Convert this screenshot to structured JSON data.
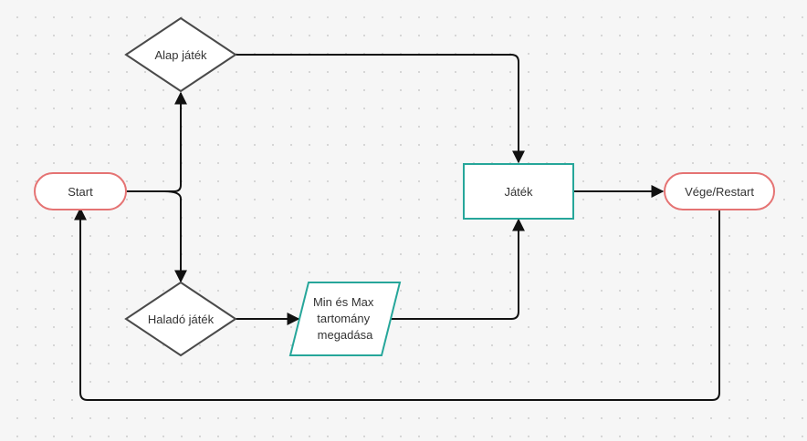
{
  "diagram": {
    "nodes": {
      "start": {
        "label": "Start"
      },
      "alap": {
        "label": "Alap játék"
      },
      "halado": {
        "label": "Haladó játék"
      },
      "minmax": {
        "lines": [
          "Min és Max",
          "tartomány",
          "megadása"
        ]
      },
      "jatek": {
        "label": "Játék"
      },
      "vege": {
        "label": "Vége/Restart"
      }
    },
    "edges": [
      {
        "from": "start",
        "to": "alap"
      },
      {
        "from": "start",
        "to": "halado"
      },
      {
        "from": "alap",
        "to": "jatek"
      },
      {
        "from": "halado",
        "to": "minmax"
      },
      {
        "from": "minmax",
        "to": "jatek"
      },
      {
        "from": "jatek",
        "to": "vege"
      },
      {
        "from": "vege",
        "to": "start"
      }
    ],
    "colors": {
      "terminal_stroke": "#e57373",
      "decision_stroke": "#4a4a4a",
      "process_stroke": "#26a69a",
      "edge": "#111111",
      "text": "#333333"
    }
  }
}
